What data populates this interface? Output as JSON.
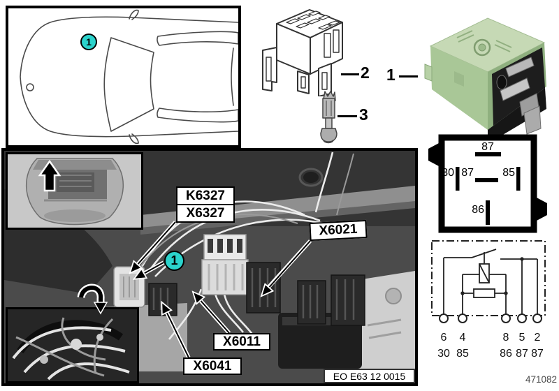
{
  "meta": {
    "doc_number": "471082"
  },
  "legend": {
    "relay_callout": "1",
    "socket_callout": "2",
    "terminal_callout": "3",
    "car_callout": "1",
    "photo_callout": "1"
  },
  "photo": {
    "relay_id": "K6327",
    "socket_id": "X6327",
    "connector_a": "X6021",
    "connector_b": "X6011",
    "connector_c": "X6041",
    "ref_code": "EO E63 12 0015"
  },
  "pin_diagram": {
    "pin_top": "87",
    "pin_left": "30",
    "pin_center": "87",
    "pin_right": "85",
    "pin_bottom": "86"
  },
  "schematic": {
    "terminals": [
      {
        "pin": "6",
        "terminal": "30"
      },
      {
        "pin": "4",
        "terminal": "85"
      },
      {
        "pin": "8",
        "terminal": "86"
      },
      {
        "pin": "5",
        "terminal": "87"
      },
      {
        "pin": "2",
        "terminal": "87"
      }
    ]
  },
  "colors": {
    "callout_fill": "#2bd3cc",
    "relay_body": "#b3cfa2"
  }
}
